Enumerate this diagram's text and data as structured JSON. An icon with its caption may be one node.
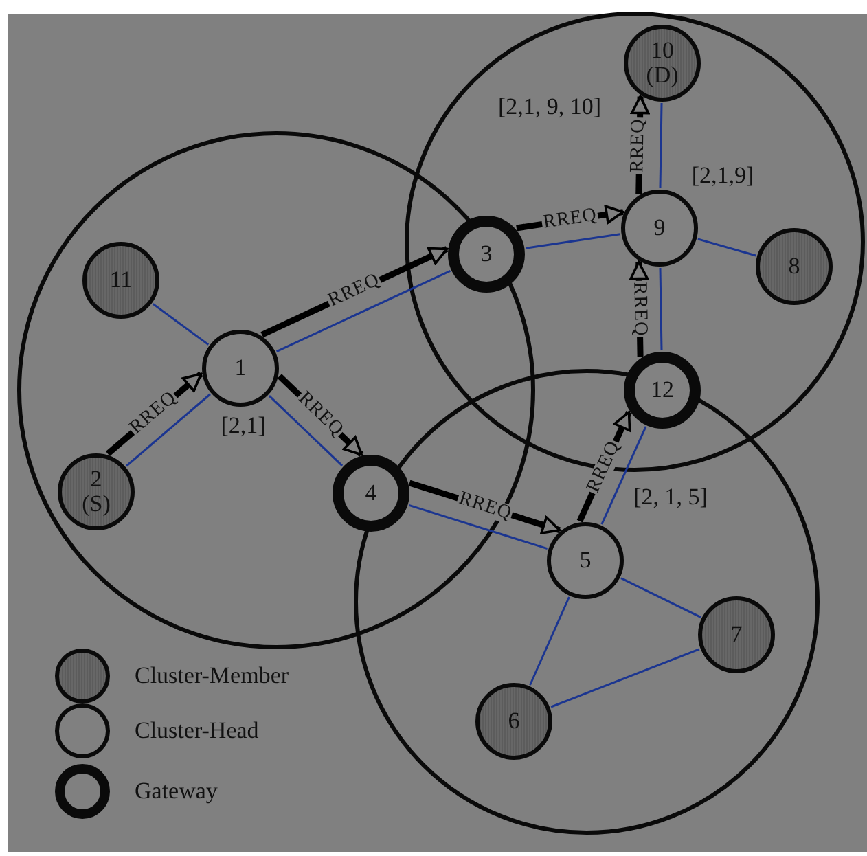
{
  "diagram": {
    "nodes": [
      {
        "text": [
          "11"
        ]
      },
      {
        "text": [
          "1"
        ],
        "beside": [
          "[2,1]"
        ]
      },
      {
        "text": [
          "3"
        ]
      },
      {
        "text": [
          "10 (D)"
        ],
        "beside": [
          "[2,1, 9, 10]"
        ]
      },
      {
        "text": [
          "9"
        ],
        "beside": [
          "[2,1,9]"
        ]
      },
      {
        "text": [
          "8"
        ]
      },
      {
        "text": [
          "12"
        ]
      },
      {
        "text": [
          "2 (S)"
        ]
      },
      {
        "text": [
          "4"
        ]
      },
      {
        "text": [
          "5"
        ],
        "beside": [
          "[2, 1, 5]"
        ]
      },
      {
        "text": [
          "7"
        ]
      },
      {
        "text": [
          "6"
        ]
      }
    ],
    "edges": [
      {
        "from": 0,
        "to": 1,
        "arrow": "none"
      },
      {
        "from": 1,
        "to": 2,
        "arrow": "none"
      },
      {
        "from": 7,
        "to": 1,
        "arrow": "none"
      },
      {
        "from": 1,
        "to": 8,
        "arrow": "none"
      },
      {
        "from": 2,
        "to": 4,
        "arrow": "none"
      },
      {
        "from": 4,
        "to": 3,
        "arrow": "none"
      },
      {
        "from": 4,
        "to": 5,
        "arrow": "none"
      },
      {
        "from": 4,
        "to": 6,
        "arrow": "none"
      },
      {
        "from": 6,
        "to": 9,
        "arrow": "none"
      },
      {
        "from": 8,
        "to": 9,
        "arrow": "none"
      },
      {
        "from": 9,
        "to": 10,
        "arrow": "none"
      },
      {
        "from": 9,
        "to": 11,
        "arrow": "none"
      },
      {
        "from": 11,
        "to": 10,
        "arrow": "none"
      },
      {
        "from": 7,
        "to": 1,
        "arrow": "to",
        "label": "RREQ",
        "style": "thick",
        "color": "#000000"
      },
      {
        "from": 1,
        "to": 2,
        "arrow": "to",
        "label": "RREQ",
        "style": "thick",
        "color": "#000000"
      },
      {
        "from": 1,
        "to": 8,
        "arrow": "to",
        "label": "RREQ",
        "style": "thick",
        "color": "#000000"
      },
      {
        "from": 2,
        "to": 4,
        "arrow": "to",
        "label": "RREQ",
        "style": "thick",
        "color": "#000000"
      },
      {
        "from": 4,
        "to": 3,
        "arrow": "to",
        "label": "RREQ",
        "style": "thick",
        "color": "#000000"
      },
      {
        "from": 6,
        "to": 4,
        "arrow": "to",
        "label": "RREQ",
        "style": "thick",
        "color": "#000000"
      },
      {
        "from": 8,
        "to": 9,
        "arrow": "to",
        "label": "RREQ",
        "style": "thick",
        "color": "#000000"
      },
      {
        "from": 9,
        "to": 6,
        "arrow": "to",
        "label": "RREQ",
        "style": "thick",
        "color": "#000000"
      }
    ],
    "legend": [
      {
        "text": "Cluster-Member"
      },
      {
        "text": "Cluster-Head"
      },
      {
        "text": "Gateway"
      }
    ]
  }
}
